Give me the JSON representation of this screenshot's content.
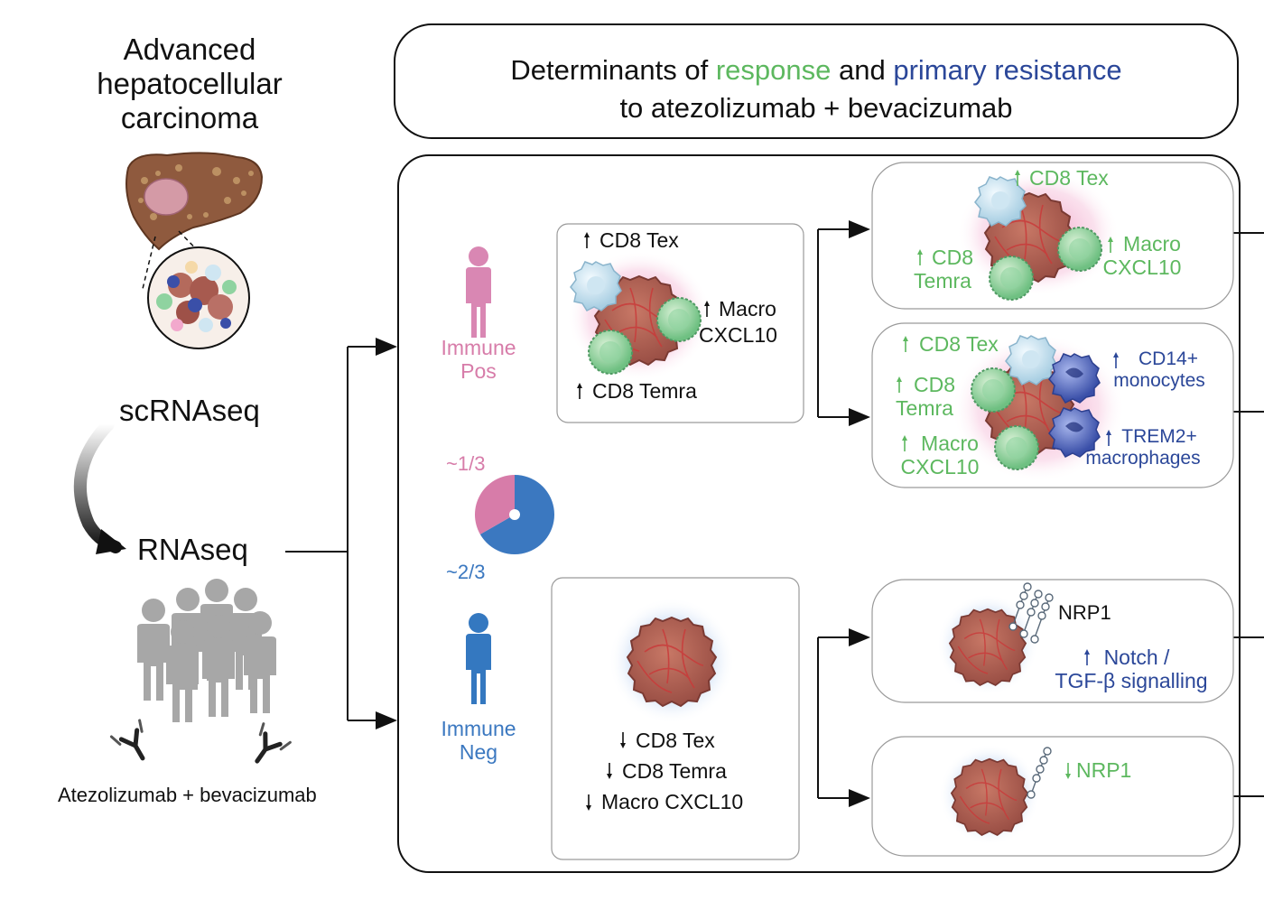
{
  "left": {
    "title_lines": [
      "Advanced",
      "hepatocellular",
      "carcinoma"
    ],
    "scrnaseq": "scRNAseq",
    "rnaseq": "RNAseq",
    "drug": "Atezolizumab + bevacizumab"
  },
  "header": {
    "pre": "Determinants of ",
    "response": "response",
    "mid": " and ",
    "resistance": "primary resistance",
    "line2": "to atezolizumab + bevacizumab"
  },
  "groups": {
    "pos": {
      "line1": "Immune",
      "line2": "Pos",
      "fraction_label": "~1/3",
      "fraction": 0.333
    },
    "neg": {
      "line1": "Immune",
      "line2": "Neg",
      "fraction_label": "~2/3",
      "fraction": 0.667
    }
  },
  "pos_box": {
    "cd8tex": "CD8 Tex",
    "macro1": "Macro",
    "macro2": "CXCL10",
    "temra": "CD8 Temra"
  },
  "neg_box": {
    "cd8tex": "CD8 Tex",
    "temra": "CD8 Temra",
    "macro": "Macro CXCL10"
  },
  "pos_sub1": {
    "cd8tex": "CD8 Tex",
    "cd8a": "CD8",
    "cd8b": "Temra",
    "macro1": "Macro",
    "macro2": "CXCL10"
  },
  "pos_sub2": {
    "cd8tex": "CD8 Tex",
    "cd8a": "CD8",
    "cd8b": "Temra",
    "macro1": "Macro",
    "macro2": "CXCL10",
    "cd14a": "CD14+",
    "cd14b": "monocytes",
    "trem2a": "TREM2+",
    "trem2b": "macrophages"
  },
  "neg_sub1": {
    "nrp1": "NRP1",
    "notch1": "Notch /",
    "notch2": "TGF-β signalling"
  },
  "neg_sub2": {
    "nrp1": "NRP1"
  },
  "colors": {
    "response": "#5db85f",
    "resistance": "#2b4799",
    "pos": "#d77ca9",
    "neg": "#3b78c0"
  }
}
